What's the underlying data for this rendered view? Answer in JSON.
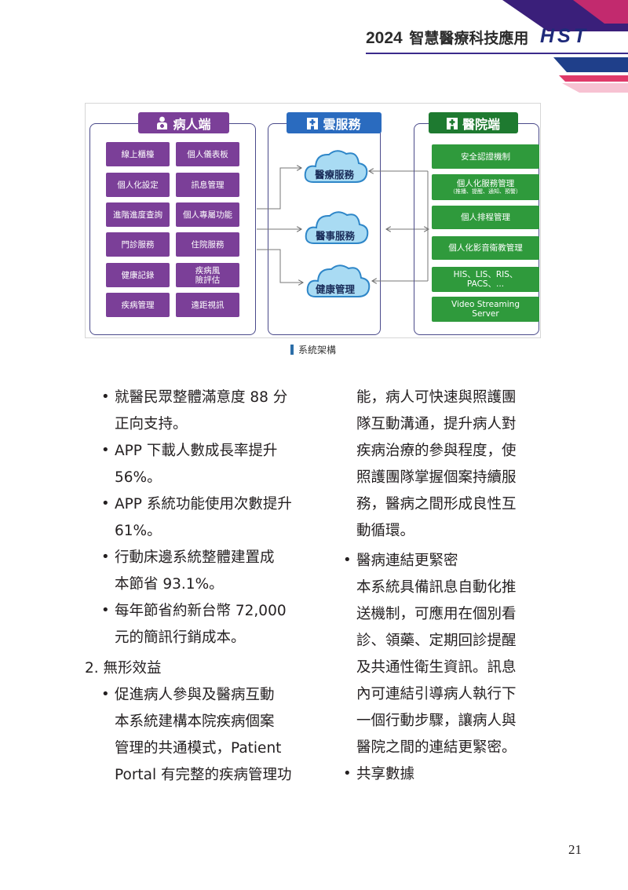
{
  "header": {
    "year": "2024",
    "title": "智慧醫療科技應用",
    "logo": "HST"
  },
  "figure": {
    "patient": {
      "title": "病人端",
      "items": [
        "線上櫃檯",
        "個人儀表板",
        "個人化設定",
        "訊息管理",
        "進階進度查詢",
        "個人專屬功能",
        "門診服務",
        "住院服務",
        "健康記錄",
        "疾病風險評估",
        "疾病管理",
        "遠距視訊"
      ]
    },
    "cloud": {
      "title": "雲服務",
      "items": [
        "醫療服務",
        "醫事服務",
        "健康管理"
      ]
    },
    "hospital": {
      "title": "醫院端",
      "items": [
        "安全認證機制",
        "個人化服務管理",
        "（推播、提醒、通知、預警）",
        "個人排程管理",
        "個人化影音衛教管理",
        "HIS、LIS、RIS、",
        "PACS、...",
        "Video Streaming",
        "Server"
      ]
    },
    "caption": "系統架構"
  },
  "body": {
    "left": [
      "就醫民眾整體滿意度 88 分",
      "正向支持。",
      "APP 下載人數成長率提升",
      "56%。",
      "APP 系統功能使用次數提升",
      "61%。",
      "行動床邊系統整體建置成",
      "本節省 93.1%。",
      "每年節省約新台幣 72,000",
      "元的簡訊行銷成本。",
      "2. 無形效益",
      "促進病人參與及醫病互動",
      "本系統建構本院疾病個案",
      "管理的共通模式，Patient",
      "Portal 有完整的疾病管理功"
    ],
    "right": [
      "能，病人可快速與照護團",
      "隊互動溝通，提升病人對",
      "疾病治療的參與程度，使",
      "照護團隊掌握個案持續服",
      "務，醫病之間形成良性互",
      "動循環。",
      "醫病連結更緊密",
      "本系統具備訊息自動化推",
      "送機制，可應用在個別看",
      "診、領藥、定期回診提醒",
      "及共通性衛生資訊。訊息",
      "內可連結引導病人執行下",
      "一個行動步驟，讓病人與",
      "醫院之間的連結更緊密。",
      "共享數據"
    ]
  },
  "page_number": "21",
  "colors": {
    "patient_purple": "#7b3f98",
    "cloud_blue": "#2a6bbf",
    "hospital_green": "#2f9a3c",
    "header_navy": "#1f2a7a",
    "header_magenta": "#e0336e"
  }
}
